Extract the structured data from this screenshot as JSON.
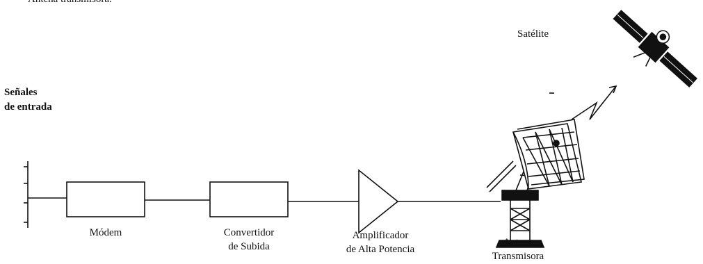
{
  "top_caption": "Antena transmisora.",
  "labels": {
    "input_signals_line1": "Señales",
    "input_signals_line2": "de entrada",
    "modem": "Módem",
    "upconverter_line1": "Convertidor",
    "upconverter_line2": "de Subida",
    "hpa_line1": "Amplificador",
    "hpa_line2": "de Alta Potencia",
    "antenna_line1": "Antena",
    "antenna_line2": "Transmisora",
    "satellite": "Satélite"
  },
  "colors": {
    "ink": "#111111",
    "background": "#ffffff"
  }
}
